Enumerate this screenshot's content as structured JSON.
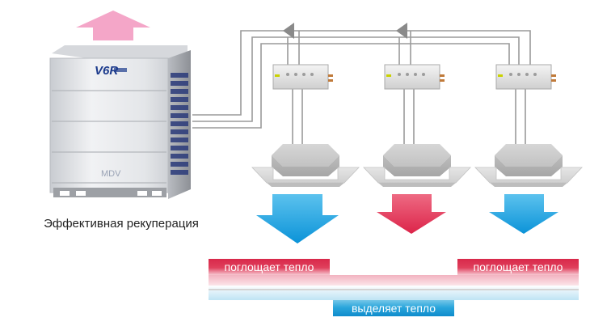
{
  "caption": "Эффективная рекуперация",
  "outdoor_unit": {
    "brand_logo": "V6R",
    "brand_sub": "MDV"
  },
  "labels": {
    "left": "поглощает тепло",
    "center": "выделяет тепло",
    "right": "поглощает тепло"
  },
  "colors": {
    "exhaust_arrow": "#f4a6c8",
    "cool_arrow": "#1ea0de",
    "heat_arrow": "#e23a5a",
    "pipe": "#9a9a9a",
    "flow_arrow": "#8a8a8a"
  },
  "indoor_units": [
    {
      "mode": "cool"
    },
    {
      "mode": "heat"
    },
    {
      "mode": "cool"
    }
  ]
}
